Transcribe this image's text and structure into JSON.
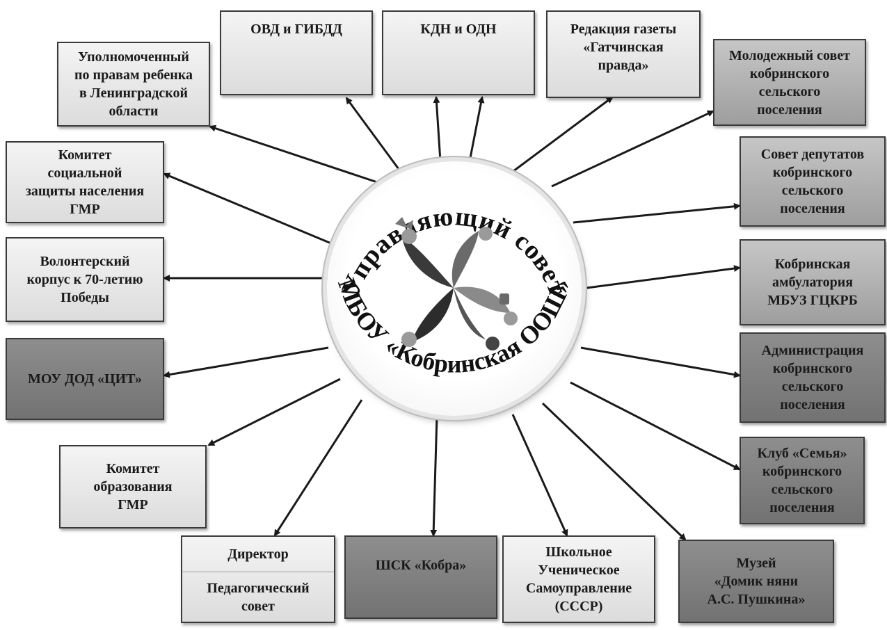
{
  "center": {
    "top_arc_text": "Управляющий совет",
    "bottom_arc_text": "МБОУ «Кобринская ООШ»"
  },
  "nodes": {
    "ombudsman": [
      "Уполномоченный",
      "по правам ребенка",
      "в Ленинградской",
      "области"
    ],
    "ovd": [
      "ОВД и ГИБДД"
    ],
    "kdn": [
      "КДН и ОДН"
    ],
    "newspaper": [
      "Редакция газеты",
      "«Гатчинская",
      "правда»"
    ],
    "youth_council": [
      "Молодежный совет",
      "кобринского",
      "сельского",
      "поселения"
    ],
    "social_committee": [
      "Комитет",
      "социальной",
      "защиты населения",
      "ГМР"
    ],
    "deputies_council": [
      "Совет депутатов",
      "кобринского",
      "сельского",
      "поселения"
    ],
    "volunteer_corps": [
      "Волонтерский",
      "корпус к 70-летию",
      "Победы"
    ],
    "ambulatory": [
      "Кобринская",
      "амбулатория",
      "МБУЗ ГЦКРБ"
    ],
    "cit": [
      "МОУ ДОД «ЦИТ»"
    ],
    "administration": [
      "Администрация",
      "кобринского",
      "сельского",
      "поселения"
    ],
    "education_committee": [
      "Комитет",
      "образования",
      "ГМР"
    ],
    "family_club": [
      "Клуб «Семья»",
      "кобринского",
      "сельского",
      "поселения"
    ],
    "director": {
      "upper": "Директор",
      "lower": [
        "Педагогический",
        "совет"
      ]
    },
    "sport_club": [
      "ШСК «Кобра»"
    ],
    "self_government": [
      "Школьное",
      "Ученическое",
      "Самоуправление",
      "(СССР)"
    ],
    "museum": [
      "Музей",
      "«Домик няни",
      "А.С. Пушкина»"
    ]
  },
  "colors": {
    "light": "#e8e8e8",
    "medium": "#b3b3b3",
    "dark": "#7f7f7f",
    "arrow": "#1a1a1a"
  }
}
